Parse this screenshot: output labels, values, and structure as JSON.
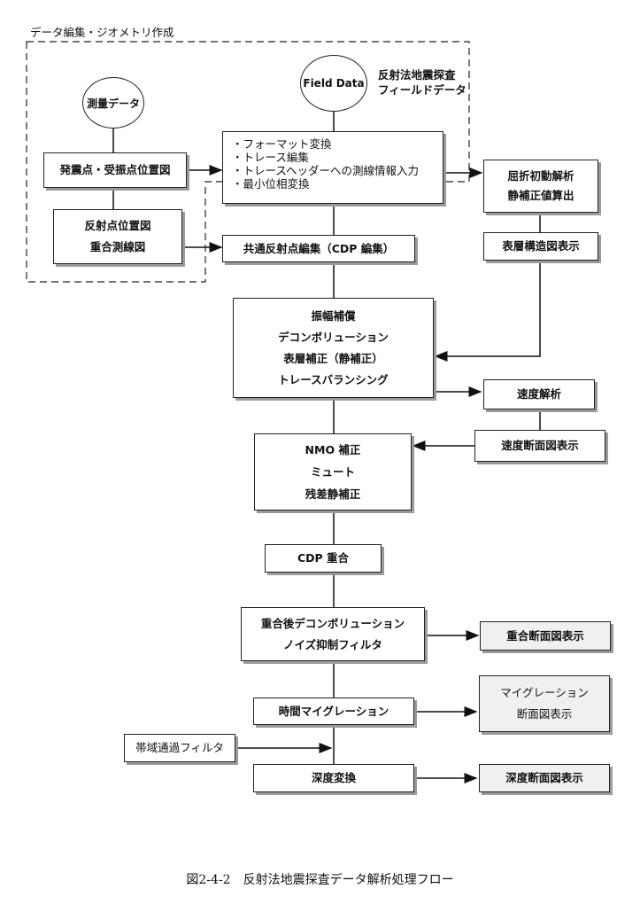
{
  "dashed_region_label": "データ編集・ジオメトリ作成",
  "circles": {
    "survey": "測量データ",
    "field": "Field Data"
  },
  "field_note": [
    "反射法地震探査",
    "フィールドデータ"
  ],
  "boxes": {
    "shot_receiver_map": "発震点・受振点位置図",
    "reflection_point_map": [
      "反射点位置図",
      "重合測線図"
    ],
    "format_ops": [
      "・フォーマット変換",
      "・トレース編集",
      "・トレースヘッダーへの測線情報入力",
      "・最小位相変換"
    ],
    "refraction": [
      "屈折初動解析",
      "静補正値算出"
    ],
    "surface_structure": "表層構造図表示",
    "cdp_edit": "共通反射点編集（CDP 編集）",
    "amplitude_group": [
      "振幅補償",
      "デコンボリューション",
      "表層補正（静補正）",
      "トレースバランシング"
    ],
    "velocity_analysis": "速度解析",
    "velocity_section": "速度断面図表示",
    "nmo_group": [
      "NMO 補正",
      "ミュート",
      "残差静補正"
    ],
    "cdp_stack": "CDP 重合",
    "post_stack": [
      "重合後デコンボリューション",
      "ノイズ抑制フィルタ"
    ],
    "stack_section": "重合断面図表示",
    "time_migration": "時間マイグレーション",
    "migration_section": [
      "マイグレーション",
      "断面図表示"
    ],
    "bandpass": "帯域通過フィルタ",
    "depth_conversion": "深度変換",
    "depth_section": "深度断面図表示"
  },
  "caption": "図2-4-2　反射法地震探査データ解析処理フロー"
}
